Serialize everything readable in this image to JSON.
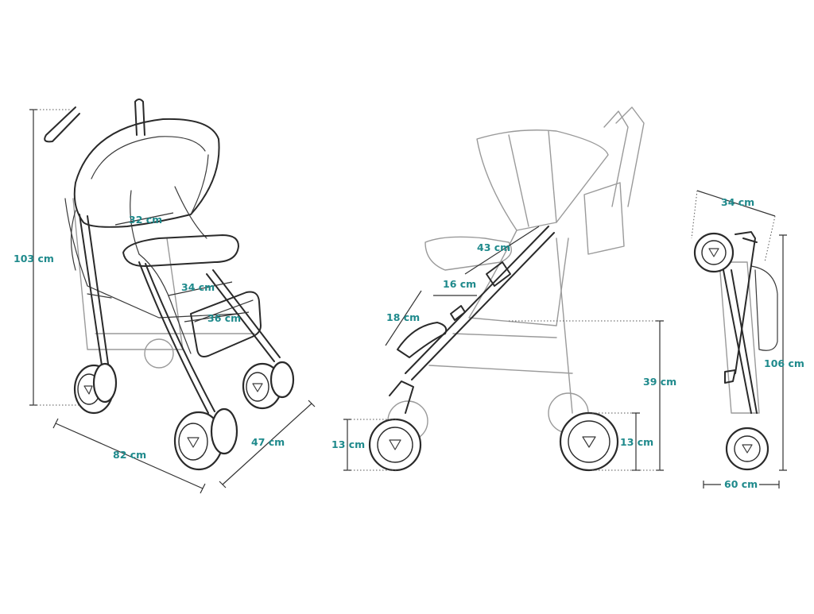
{
  "views": {
    "front": {
      "height": "103 cm",
      "length": "82 cm",
      "width": "47 cm",
      "canopy_width": "32 cm",
      "seat_width": "34 cm",
      "backrest_height": "36 cm"
    },
    "side": {
      "backrest_length": "43 cm",
      "seat_depth": "16 cm",
      "footrest_length": "18 cm",
      "seat_height": "39 cm",
      "front_wheel": "13 cm",
      "rear_wheel": "13 cm"
    },
    "folded": {
      "depth": "34 cm",
      "height": "106 cm",
      "width": "60 cm"
    }
  },
  "colors": {
    "label": "#1f8a8c",
    "line": "#2a2a2a",
    "ghost": "#9a9a9a"
  }
}
